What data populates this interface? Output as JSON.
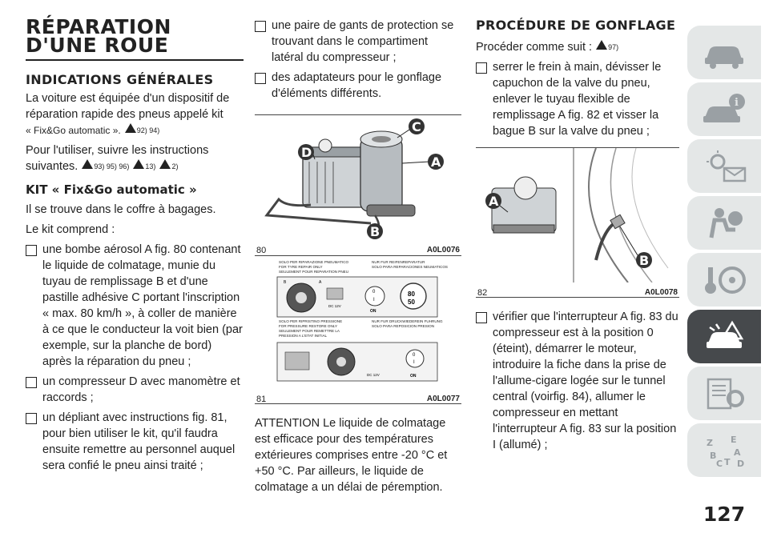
{
  "col1": {
    "title": "RÉPARATION D'UNE ROUE",
    "sub1": "INDICATIONS GÉNÉRALES",
    "p1": "La voiture est équipée d'un dispositif de réparation rapide des pneus appelé kit",
    "p1b": "« Fix&Go automatic ».",
    "p1_refs": "92) 94)",
    "p2": "Pour l'utiliser, suivre les instructions suivantes.",
    "p2_refs_a": "93) 95) 96)",
    "p2_refs_b": "13)",
    "p2_refs_c": "2)",
    "sub2": "KIT « Fix&Go automatic »",
    "p3": "Il se trouve dans le coffre à bagages.",
    "p4": "Le kit comprend :",
    "items": [
      "une bombe aérosol A fig. 80 contenant le liquide de colmatage, munie du tuyau de remplissage B et d'une pastille adhésive C portant l'inscription « max. 80 km/h », à coller de manière à ce que le conducteur la voit bien (par exemple, sur la planche de bord) après la réparation du pneu ;",
      "un compresseur D avec manomètre et raccords ;",
      "un dépliant avec instructions fig. 81, pour bien utiliser le kit, qu'il faudra ensuite remettre au personnel auquel sera confié le pneu ainsi traité ;"
    ]
  },
  "col2": {
    "items": [
      "une paire de gants de protection se trouvant dans le compartiment latéral du compresseur ;",
      "des adaptateurs pour le gonflage d'éléments différents."
    ],
    "fig80": {
      "num": "80",
      "code": "A0L0076",
      "labels": [
        "C",
        "D",
        "A",
        "B"
      ]
    },
    "fig81": {
      "num": "81",
      "code": "A0L0077",
      "lines_a": [
        "SOLO PER RIPARAZIONE PNEUMATICO",
        "FOR TYRE REPAIR ONLY",
        "SEULEMENT POUR REPARATION PNEU"
      ],
      "lines_b": [
        "NUR FUR REIFENREPARATUR",
        "SOLO PARA REPARACIONES NEUMATICOS"
      ],
      "lines_c": [
        "SOLO PER RIPRISTINO PRESSIONE",
        "FOR PRESSURE RESTORE ONLY",
        "SEULEMENT POUR REMETTRE LA",
        "PRESSION A L'ETAT INITIAL"
      ],
      "lines_d": [
        "NUR FUR DRUCKWIEDEREIN FUHRUNG",
        "SOLO PARA REPOSICION PRESION"
      ],
      "dc": "DC 12V",
      "on": "ON",
      "speed_a": "80",
      "speed_b": "50",
      "letter_a": "A",
      "letter_b": "B",
      "zero": "0",
      "one": "I"
    },
    "warning": "ATTENTION Le liquide de colmatage est efficace pour des températures extérieures comprises entre -20 °C et +50 °C. Par ailleurs, le liquide de colmatage a un délai de péremption."
  },
  "col3": {
    "title": "PROCÉDURE DE GONFLAGE",
    "p1": "Procéder comme suit :",
    "p1_ref": "97)",
    "item1": "serrer le frein à main, dévisser le capuchon de la valve du pneu, enlever le tuyau flexible de remplissage A fig. 82 et visser la bague B sur la valve du pneu ;",
    "fig82": {
      "num": "82",
      "code": "A0L0078",
      "labels": [
        "A",
        "B"
      ]
    },
    "item2": "vérifier que l'interrupteur A fig. 83 du compresseur est à la position 0 (éteint), démarrer le moteur, introduire la fiche dans la prise de l'allume-cigare logée sur le tunnel central (voirfig. 84), allumer le compresseur en mettant l'interrupteur A fig. 83 sur la position I (allumé) ;"
  },
  "sidebar": {
    "icons": [
      "car-icon",
      "car-info-icon",
      "warning-light-mail-icon",
      "airbag-person-icon",
      "key-steering-icon",
      "breakdown-car-icon",
      "settings-list-icon",
      "index-letters-icon"
    ],
    "active_index": 5,
    "active_color": "#46494c",
    "tab_color": "#e4e7e7",
    "index_letters": [
      "Z",
      "E",
      "A",
      "B",
      "C",
      "D",
      "T"
    ]
  },
  "page_number": "127"
}
